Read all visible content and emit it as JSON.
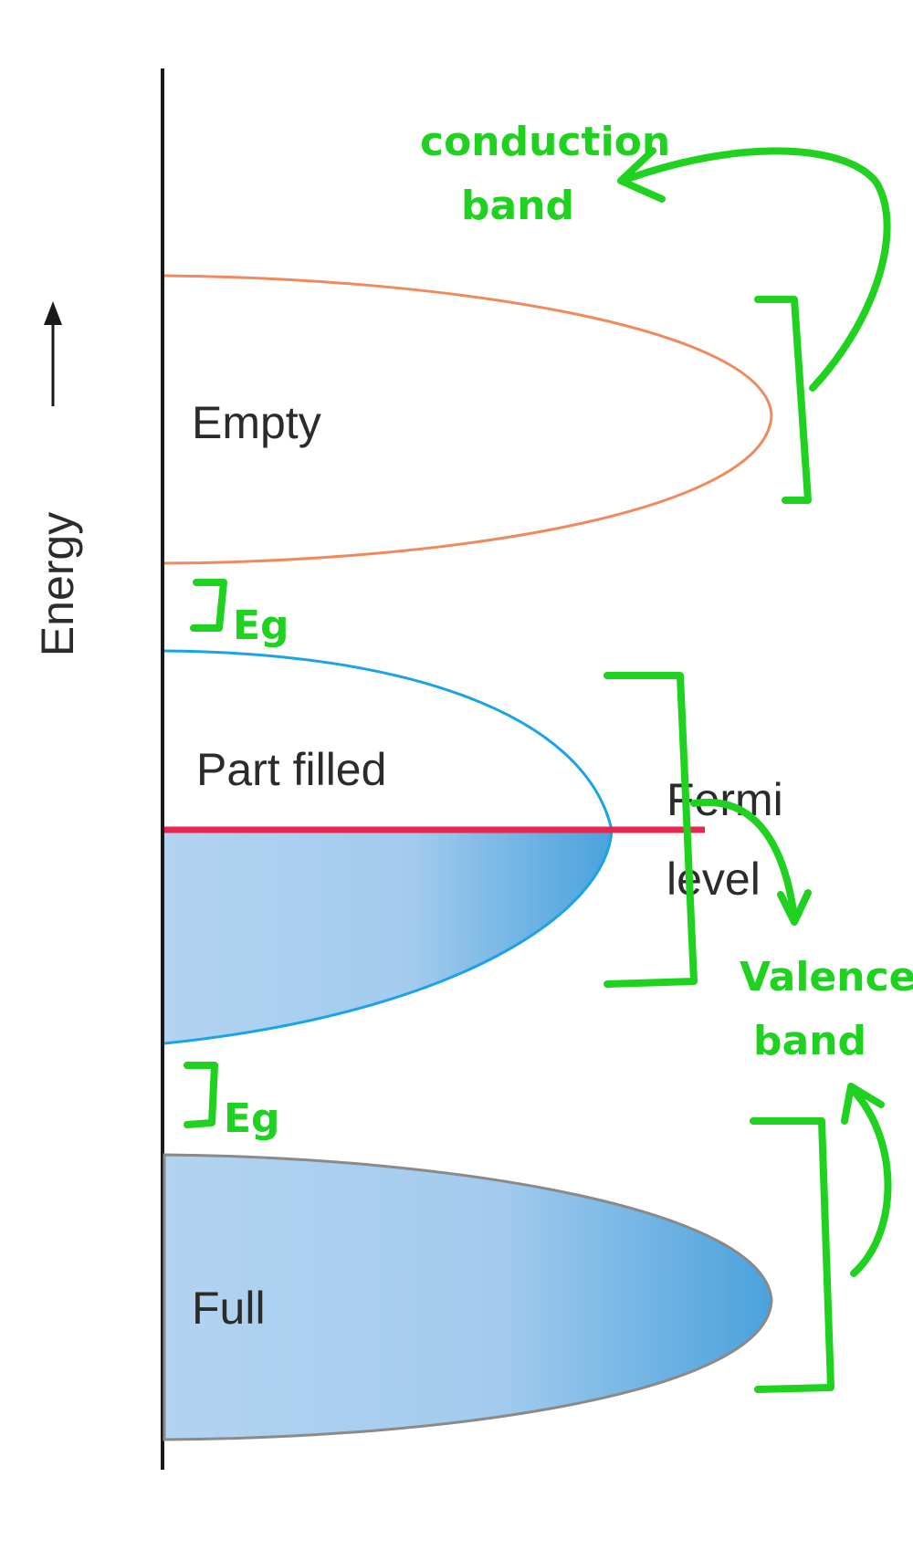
{
  "axis": {
    "label": "Energy"
  },
  "bands": {
    "empty": "Empty",
    "part_filled": "Part filled",
    "full": "Full"
  },
  "fermi": {
    "line1": "Fermi",
    "line2": "level"
  },
  "annotations": {
    "conduction_line1": "conduction",
    "conduction_line2": "band",
    "valence_line1": "Valence",
    "valence_line2": "band",
    "gap_upper": "Eg",
    "gap_lower": "Eg"
  },
  "colors": {
    "axis": "#1a1a1a",
    "empty_band_outline": "#f08a5d",
    "part_band_outline": "#1aa3e8",
    "fermi_line": "#e8254f",
    "full_band_outline": "#8a8a8a",
    "fill_light": "#b3d3f0",
    "fill_dark": "#4aa2dc",
    "annotation": "#1fd21f"
  }
}
